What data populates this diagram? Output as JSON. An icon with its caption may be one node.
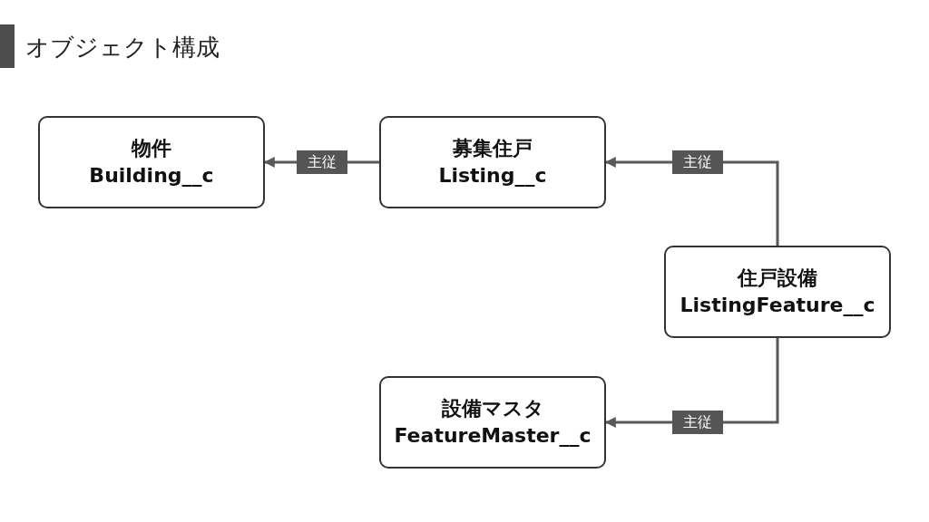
{
  "diagram": {
    "title": "オブジェクト構成",
    "nodes": [
      {
        "text": [
          "物件",
          "Building__c"
        ]
      },
      {
        "text": [
          "募集住戸",
          "Listing__c"
        ]
      },
      {
        "text": [
          "住戸設備",
          "ListingFeature__c"
        ]
      },
      {
        "text": [
          "設備マスタ",
          "FeatureMaster__c"
        ]
      }
    ],
    "edges": [
      {
        "from": 1,
        "to": 0,
        "arrow": "to",
        "label": "主従"
      },
      {
        "from": 2,
        "to": 1,
        "arrow": "to",
        "label": "主従"
      },
      {
        "from": 2,
        "to": 3,
        "arrow": "to",
        "label": "主従"
      }
    ]
  }
}
